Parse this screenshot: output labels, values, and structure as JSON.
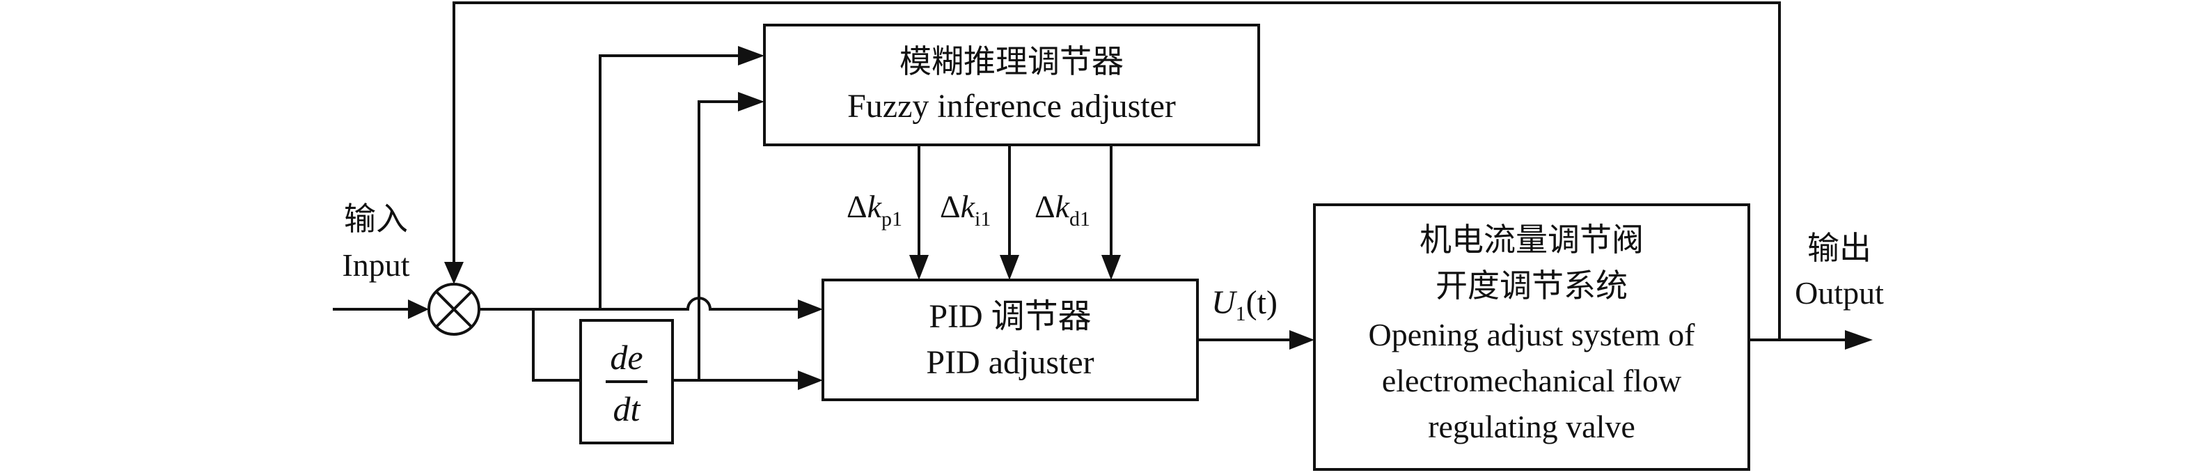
{
  "blocks": {
    "fuzzy": {
      "line1": "模糊推理调节器",
      "line2": "Fuzzy inference adjuster"
    },
    "pid": {
      "line1": "PID 调节器",
      "line2": "PID adjuster"
    },
    "derivative": {
      "numerator": "de",
      "denominator": "dt"
    },
    "plant": {
      "line1": "机电流量调节阀",
      "line2": "开度调节系统",
      "line3": "Opening adjust system of",
      "line4": "electromechanical flow",
      "line5": "regulating valve"
    }
  },
  "labels": {
    "input_cn": "输入",
    "input_en": "Input",
    "output_cn": "输出",
    "output_en": "Output",
    "delta": "Δ",
    "k": "k",
    "kp_sub": "p1",
    "ki_sub": "i1",
    "kd_sub": "d1",
    "u": "U",
    "u_sub": "1",
    "u_arg": "(t)"
  }
}
